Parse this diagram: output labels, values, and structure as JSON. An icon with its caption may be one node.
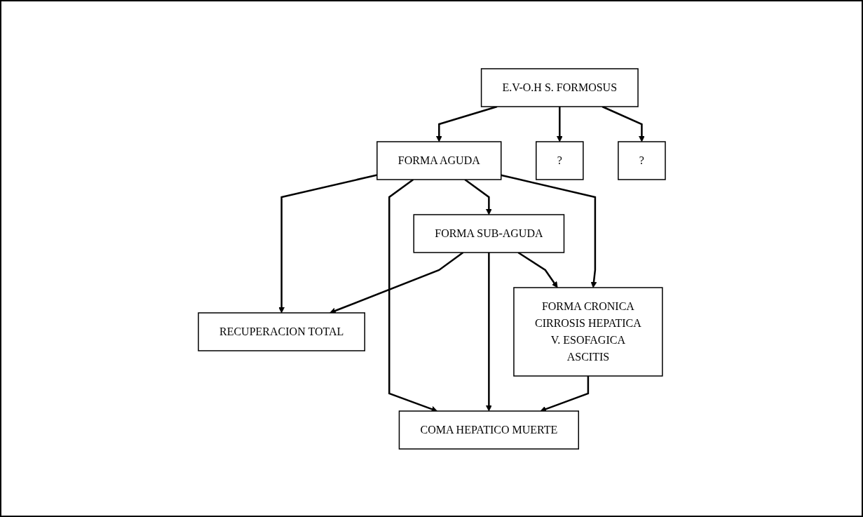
{
  "diagram": {
    "nodes": [
      {
        "text": [
          "RECUPERACION TOTAL"
        ]
      },
      {
        "text": [
          "COMA HEPATICO MUERTE"
        ]
      },
      {
        "text": [
          "FORMA AGUDA"
        ]
      },
      {
        "text": [
          "E.V-O.H S. FORMOSUS"
        ]
      },
      {
        "text": [
          "?"
        ]
      },
      {
        "text": [
          "?"
        ]
      },
      {
        "text": [
          "FORMA SUB-AGUDA"
        ]
      },
      {
        "text": [
          "FORMA CRONICA",
          "CIRROSIS HEPATICA",
          "V. ESOFAGICA",
          "ASCITIS"
        ]
      }
    ],
    "edges": [
      {
        "from": 2,
        "to": 0,
        "arrow": "to"
      },
      {
        "from": 2,
        "to": 1,
        "arrow": "to"
      },
      {
        "from": 3,
        "to": 2,
        "arrow": "to"
      },
      {
        "from": 2,
        "to": 6,
        "arrow": "to"
      },
      {
        "from": 2,
        "to": 7,
        "arrow": "to"
      },
      {
        "from": 3,
        "to": 4,
        "arrow": "to"
      },
      {
        "from": 3,
        "to": 5,
        "arrow": "to"
      },
      {
        "from": 6,
        "to": 0,
        "arrow": "to"
      },
      {
        "from": 6,
        "to": 1,
        "arrow": "to"
      },
      {
        "from": 6,
        "to": 7,
        "arrow": "to"
      },
      {
        "from": 7,
        "to": 1,
        "arrow": "to"
      }
    ]
  }
}
